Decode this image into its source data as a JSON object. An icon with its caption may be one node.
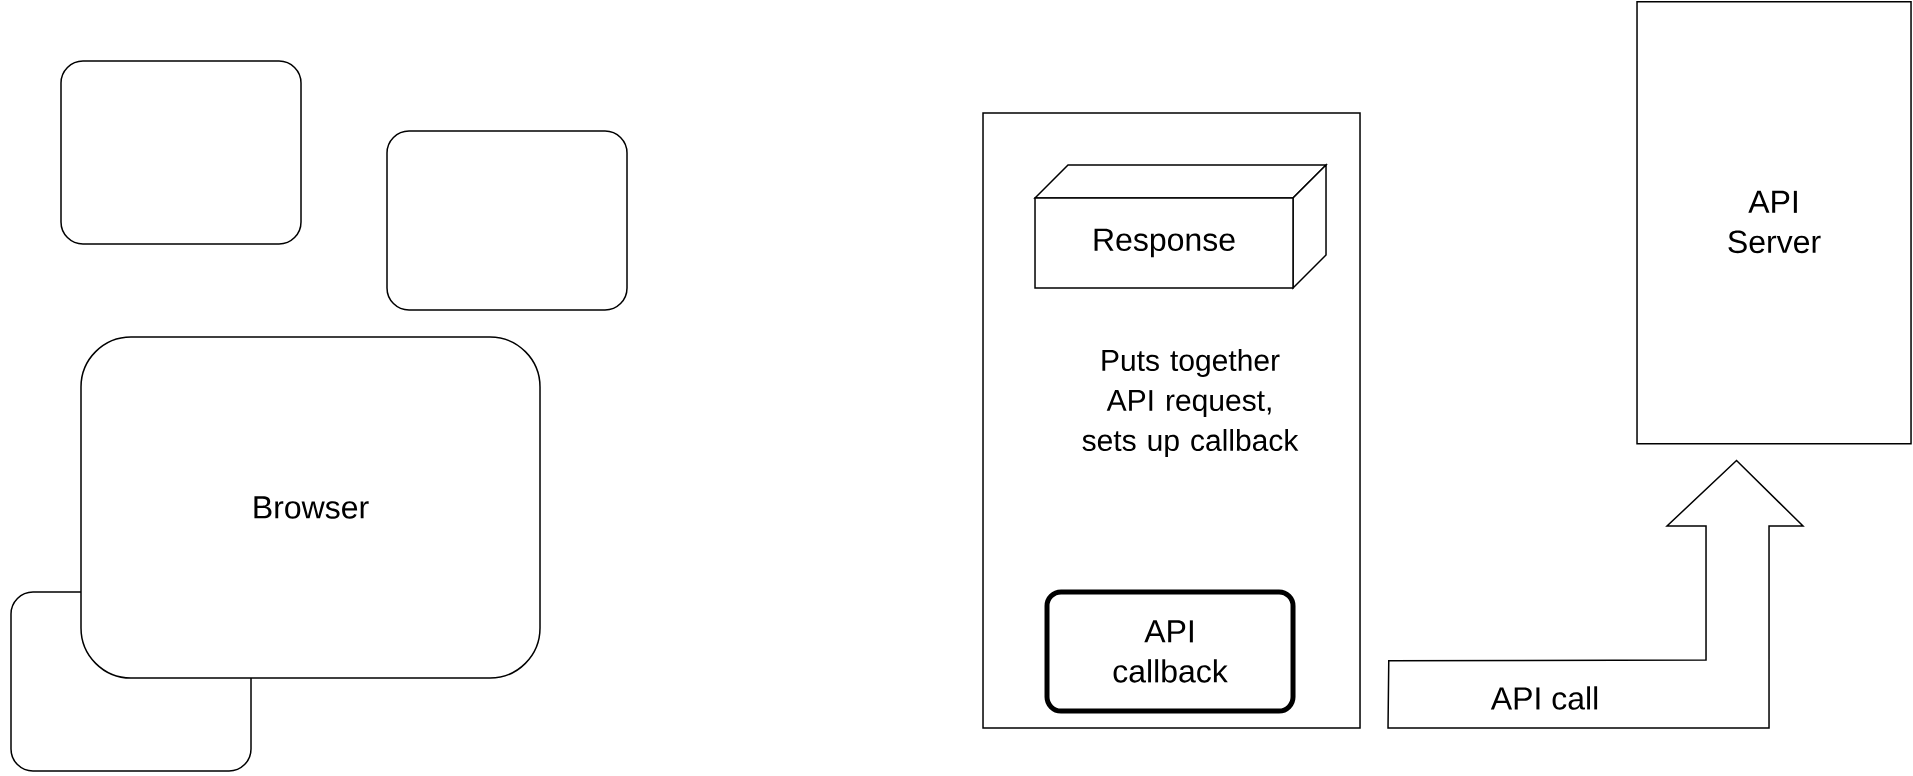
{
  "diagram": {
    "nodes": [
      {
        "text": [],
        "shape": "box"
      },
      {
        "text": [],
        "shape": "box"
      },
      {
        "text": [
          "Browser"
        ]
      },
      {
        "text": [],
        "shape": "box"
      },
      {
        "text": [
          "Puts together API request, sets up callback"
        ]
      },
      {
        "text": [
          "Response"
        ],
        "in": 4
      },
      {
        "text": [
          "API callback"
        ],
        "in": 4
      },
      {
        "text": [
          "API Server"
        ]
      }
    ],
    "edges": [
      {
        "from": 4,
        "to": 7,
        "arrow": "to",
        "label": "API call"
      }
    ]
  }
}
